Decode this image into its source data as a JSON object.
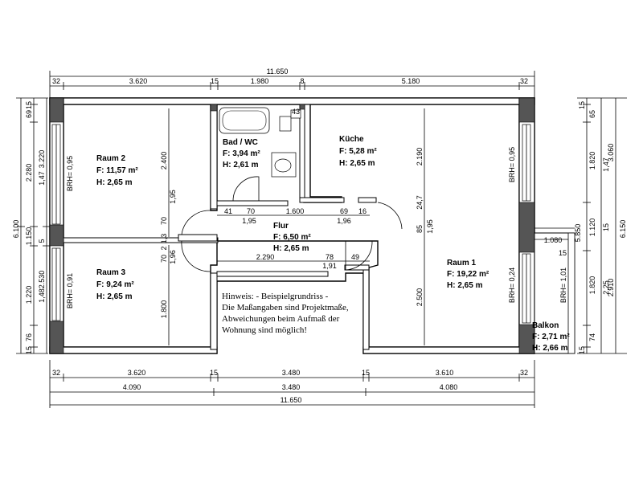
{
  "top_dims": {
    "total": "11.650",
    "segments": [
      "32",
      "3.620",
      "15",
      "1.980",
      "8",
      "5.180",
      "32"
    ]
  },
  "bottom_dims": {
    "row1": [
      "32",
      "3.620",
      "15",
      "3.480",
      "15",
      "3.610",
      "32"
    ],
    "row2": [
      "4.090",
      "3.480",
      "4.080"
    ],
    "total": "11.650"
  },
  "left_dims": {
    "col1": [
      "15",
      "69",
      "2.280",
      "1.150",
      "1.220",
      "76",
      "15"
    ],
    "col2": [
      "1,47",
      "5",
      "1,48"
    ],
    "col3": [
      "3.220",
      "2.530"
    ],
    "total": "6.100"
  },
  "right_dims": {
    "col1": [
      "15",
      "65",
      "1.820",
      "1.120",
      "1.820",
      "74",
      "15"
    ],
    "col2": [
      "1,47",
      "15",
      "2,25"
    ],
    "col3": [
      "3.060",
      "2.910"
    ],
    "mid": "5.850",
    "total": "6.150"
  },
  "inner_dims": {
    "r2_height": "2.400",
    "r3_height": "1.800",
    "flur_small": [
      "70",
      "1,95",
      "70",
      "1,96",
      "1,3",
      "2"
    ],
    "flur_top": [
      "41",
      "70",
      "1.600",
      "69",
      "16",
      "1,95",
      "1,96"
    ],
    "flur_bottom": [
      "2.290",
      "78",
      "1,91",
      "49"
    ],
    "bad_43": "43",
    "kueche_height": "2.190",
    "raum1_height": "2.500",
    "raum1_mid": [
      "85",
      "1,95",
      "24,7"
    ],
    "balkon_width": "1.080",
    "balkon_15": "15"
  },
  "rooms": {
    "raum2": {
      "name": "Raum 2",
      "area": "F: 11,57 m²",
      "height": "H: 2,65 m"
    },
    "raum3": {
      "name": "Raum 3",
      "area": "F: 9,24 m²",
      "height": "H: 2,65 m"
    },
    "bad": {
      "name": "Bad / WC",
      "area": "F: 3,94 m²",
      "height": "H: 2,61 m"
    },
    "kueche": {
      "name": "Küche",
      "area": "F: 5,28 m²",
      "height": "H: 2,65 m"
    },
    "flur": {
      "name": "Flur",
      "area": "F: 6,50 m²",
      "height": "H: 2,65 m"
    },
    "raum1": {
      "name": "Raum 1",
      "area": "F: 19,22 m²",
      "height": "H: 2,65 m"
    },
    "balkon": {
      "name": "Balkon",
      "area": "F: 2,71 m²",
      "height": "H: 2,66 m"
    }
  },
  "brh": {
    "raum2": "BRH= 0,95",
    "raum3": "BRH= 0,91",
    "kueche": "BRH= 0,95",
    "raum1": "BRH= 0,24",
    "balkon": "BRH= 1,01"
  },
  "note": [
    "Hinweis: - Beispielgrundriss -",
    "Die Maßangaben sind Projektmaße,",
    "Abweichungen beim Aufmaß der",
    "Wohnung sind möglich!"
  ]
}
